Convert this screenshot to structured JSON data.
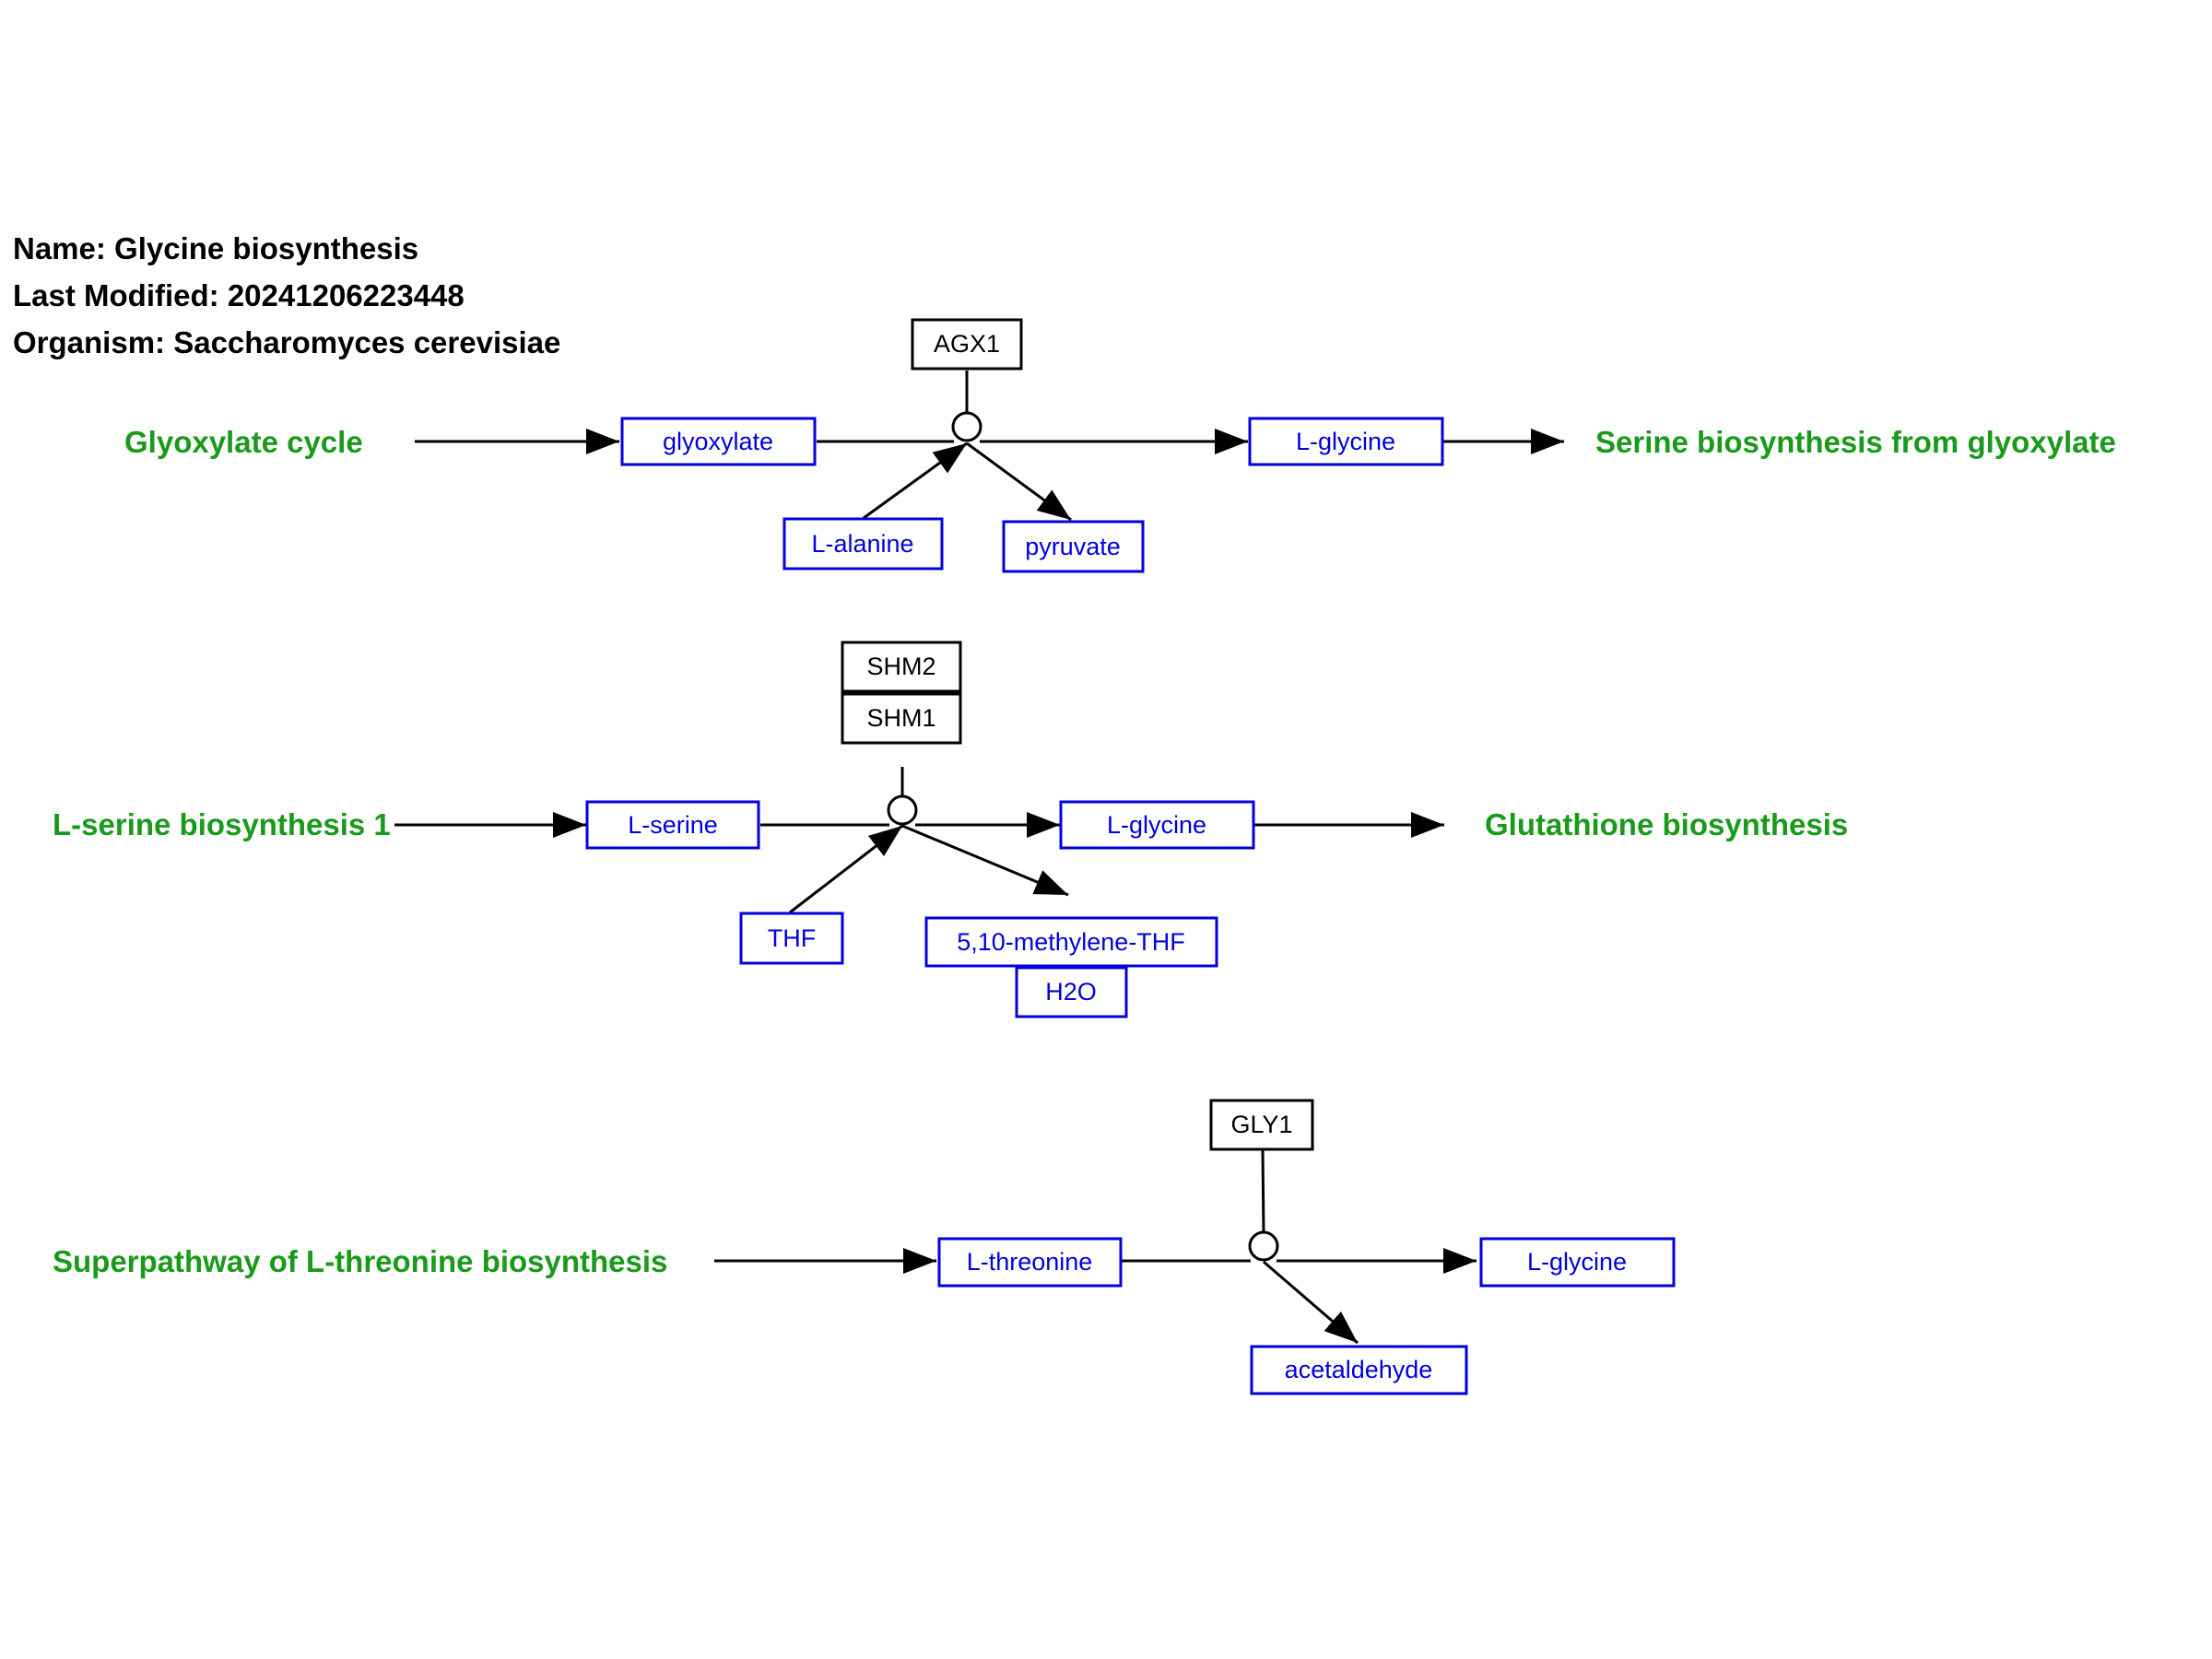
{
  "meta": {
    "name": "Name: Glycine biosynthesis",
    "last_modified": "Last Modified: 20241206223448",
    "organism": "Organism: Saccharomyces cerevisiae"
  },
  "colors": {
    "pathway": "#1a9a1a",
    "metabolite": "#0000dd",
    "gene": "#000000",
    "line": "#000000"
  },
  "pathways": {
    "glyoxylate_cycle": "Glyoxylate cycle",
    "serine_from_glyoxylate": "Serine biosynthesis from glyoxylate",
    "l_serine_biosynthesis": "L-serine biosynthesis 1",
    "glutathione_biosynthesis": "Glutathione biosynthesis",
    "threonine_superpathway": "Superpathway of L-threonine biosynthesis"
  },
  "genes": {
    "agx1": "AGX1",
    "shm2": "SHM2",
    "shm1": "SHM1",
    "gly1": "GLY1"
  },
  "metabolites": {
    "glyoxylate": "glyoxylate",
    "l_glycine_1": "L-glycine",
    "l_alanine": "L-alanine",
    "pyruvate": "pyruvate",
    "l_serine": "L-serine",
    "l_glycine_2": "L-glycine",
    "thf": "THF",
    "methylene_thf": "5,10-methylene-THF",
    "h2o": "H2O",
    "l_threonine": "L-threonine",
    "l_glycine_3": "L-glycine",
    "acetaldehyde": "acetaldehyde"
  }
}
